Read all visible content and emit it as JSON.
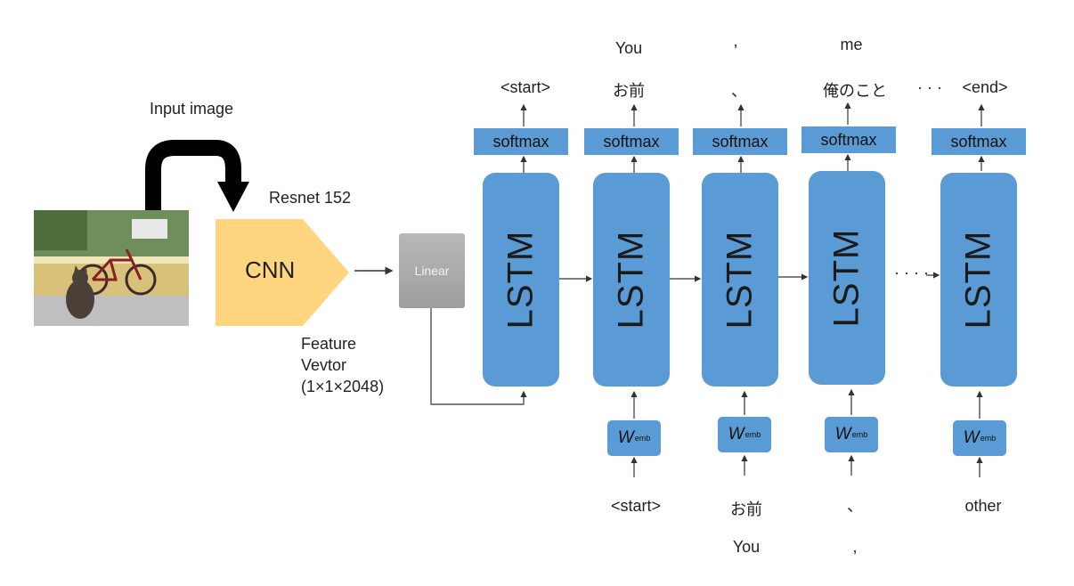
{
  "labels": {
    "input_image": "Input image",
    "resnet": "Resnet 152",
    "cnn": "CNN",
    "linear": "Linear",
    "feature_line1": "Feature",
    "feature_line2": "Vevtor",
    "feature_line3": "(1×1×2048)",
    "ellipsis_top": "· · ·",
    "ellipsis_mid": "· · · ·"
  },
  "lstm_label": "LSTM",
  "softmax_label": "softmax",
  "wemb": {
    "main": "W",
    "sub": "emb"
  },
  "outputs": [
    {
      "jp": "<start>",
      "en": ""
    },
    {
      "jp": "お前",
      "en": "You"
    },
    {
      "jp": "、",
      "en": ","
    },
    {
      "jp": "俺のこと",
      "en": "me"
    },
    {
      "jp": "<end>",
      "en": ""
    }
  ],
  "inputs": [
    {
      "jp": "<start>",
      "en": ""
    },
    {
      "jp": "お前",
      "en": "You"
    },
    {
      "jp": "、",
      "en": ","
    },
    {
      "jp": "other",
      "en": ""
    }
  ],
  "colors": {
    "lstm": "#5b9bd5",
    "cnn": "#ffd580",
    "linear": "#a8a8a8",
    "arrow": "#333333",
    "curved_arrow": "#000000"
  }
}
